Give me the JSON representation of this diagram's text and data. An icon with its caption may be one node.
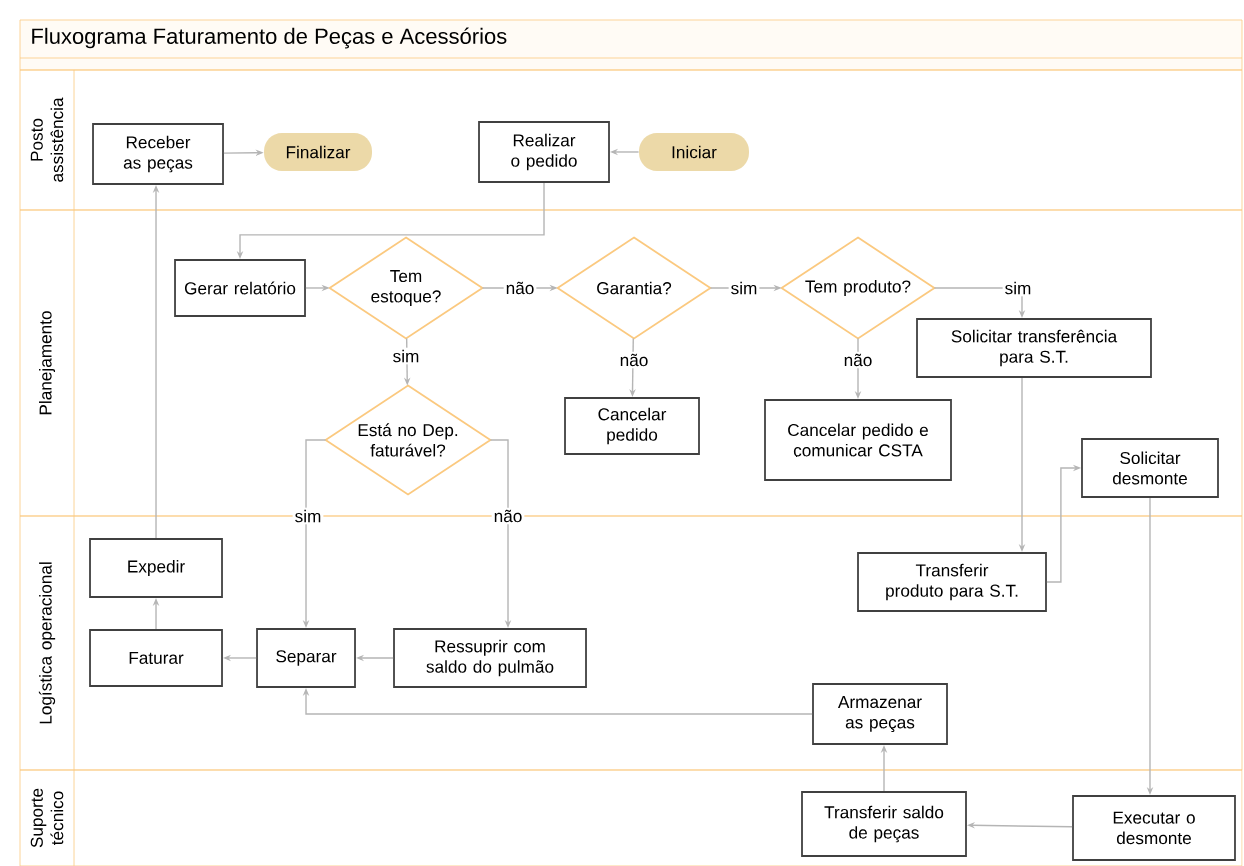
{
  "diagram": {
    "title": "Fluxograma Faturamento de Peças e Acessórios",
    "nodes": [
      {
        "text": [
          "Posto assistência"
        ]
      },
      {
        "text": [
          "Receber as peças"
        ],
        "in": 0
      },
      {
        "text": [
          "Finalizar"
        ],
        "in": 0
      },
      {
        "text": [
          "Realizar o pedido"
        ],
        "in": 0
      },
      {
        "text": [
          "Iniciar"
        ],
        "in": 0
      },
      {
        "text": [
          "Planejamento"
        ]
      },
      {
        "text": [
          "Gerar relatório"
        ],
        "in": 5
      },
      {
        "text": [
          "Tem estoque?"
        ],
        "in": 5
      },
      {
        "text": [
          "Garantia?"
        ],
        "in": 5
      },
      {
        "text": [
          "Tem produto?"
        ],
        "in": 5
      },
      {
        "text": [
          "Solicitar transferência para S.T."
        ],
        "in": 5
      },
      {
        "text": [
          "Está no Dep. faturável?"
        ],
        "in": 5
      },
      {
        "text": [
          "Cancelar pedido"
        ],
        "in": 5
      },
      {
        "text": [
          "Cancelar pedido e comunicar CSTA"
        ],
        "in": 5
      },
      {
        "text": [
          "Solicitar desmonte"
        ],
        "in": 5
      },
      {
        "text": [
          "Logística operacional"
        ]
      },
      {
        "text": [
          "Expedir"
        ],
        "in": 15
      },
      {
        "text": [
          "Faturar"
        ],
        "in": 15
      },
      {
        "text": [
          "Separar"
        ],
        "in": 15
      },
      {
        "text": [
          "Ressuprir com saldo do pulmão"
        ],
        "in": 15
      },
      {
        "text": [
          "Transferir produto para S.T."
        ],
        "in": 15
      },
      {
        "text": [
          "Armazenar as peças"
        ],
        "in": 15
      },
      {
        "text": [
          "Suporte técnico"
        ]
      },
      {
        "text": [
          "Transferir saldo de peças"
        ],
        "in": 22
      },
      {
        "text": [
          "Executar o desmonte"
        ],
        "in": 22
      }
    ],
    "edges": [
      {
        "from": 4,
        "to": 3,
        "arrow": "to"
      },
      {
        "from": 3,
        "to": 6,
        "arrow": "to"
      },
      {
        "from": 1,
        "to": 2,
        "arrow": "to"
      },
      {
        "from": 6,
        "to": 7,
        "arrow": "to"
      },
      {
        "from": 7,
        "to": 8,
        "arrow": "to",
        "label": "não"
      },
      {
        "from": 8,
        "to": 9,
        "arrow": "to",
        "label": "sim"
      },
      {
        "from": 9,
        "to": 10,
        "arrow": "to",
        "label": "sim"
      },
      {
        "from": 7,
        "to": 11,
        "arrow": "to",
        "label": "sim"
      },
      {
        "from": 8,
        "to": 12,
        "arrow": "to",
        "label": "não"
      },
      {
        "from": 9,
        "to": 13,
        "arrow": "to",
        "label": "não"
      },
      {
        "from": 11,
        "to": 18,
        "arrow": "to",
        "label": "sim"
      },
      {
        "from": 11,
        "to": 19,
        "arrow": "to",
        "label": "não"
      },
      {
        "from": 19,
        "to": 18,
        "arrow": "to"
      },
      {
        "from": 18,
        "to": 17,
        "arrow": "to"
      },
      {
        "from": 17,
        "to": 16,
        "arrow": "to"
      },
      {
        "from": 16,
        "to": 1,
        "arrow": "to"
      },
      {
        "from": 10,
        "to": 20,
        "arrow": "to"
      },
      {
        "from": 20,
        "to": 14,
        "arrow": "to"
      },
      {
        "from": 14,
        "to": 24,
        "arrow": "to"
      },
      {
        "from": 24,
        "to": 23,
        "arrow": "to"
      },
      {
        "from": 23,
        "to": 21,
        "arrow": "to"
      },
      {
        "from": 21,
        "to": 18,
        "arrow": "to"
      }
    ]
  }
}
